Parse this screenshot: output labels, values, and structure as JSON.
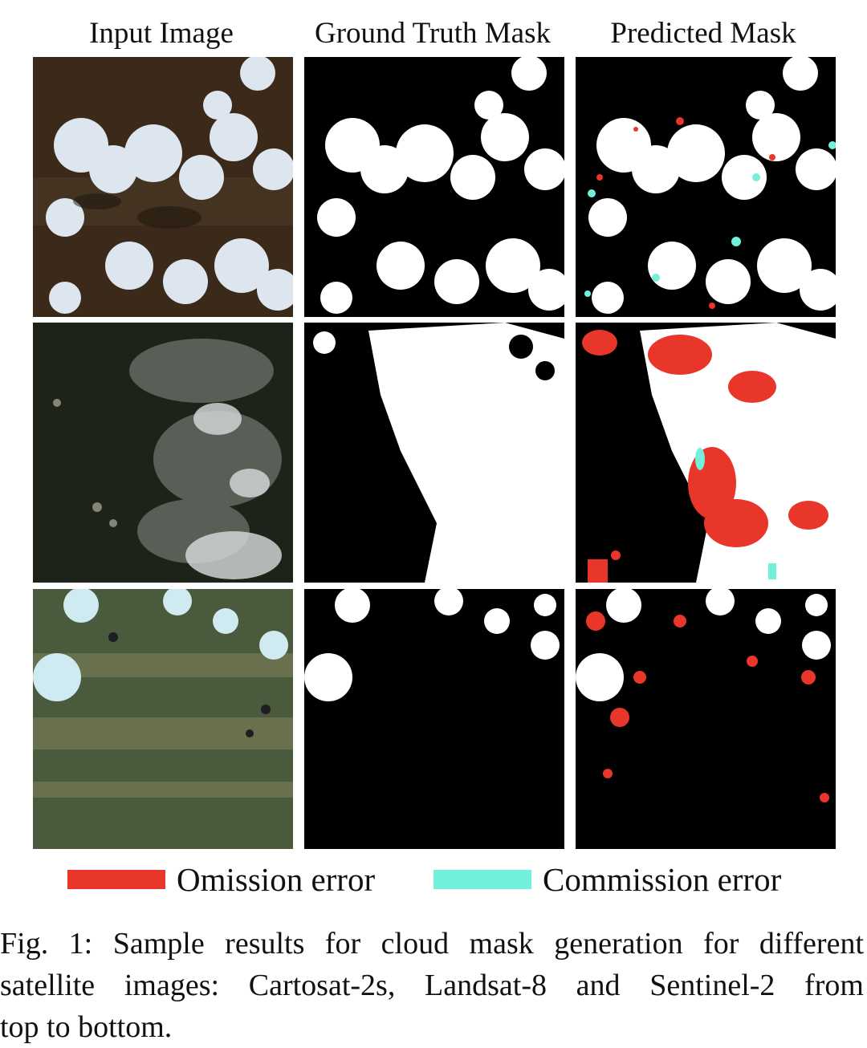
{
  "columns": [
    "Input Image",
    "Ground Truth Mask",
    "Predicted Mask"
  ],
  "rows": [
    "Cartosat-2s",
    "Landsat-8",
    "Sentinel-2"
  ],
  "legend": [
    {
      "label": "Omission error",
      "color": "#e8362a"
    },
    {
      "label": "Commission error",
      "color": "#72f0dc"
    }
  ],
  "caption": {
    "line1": "Fig. 1: Sample results for cloud mask generation for different",
    "line2": "satellite images: Cartosat-2s, Landsat-8 and Sentinel-2 from",
    "line3": "top to bottom."
  }
}
